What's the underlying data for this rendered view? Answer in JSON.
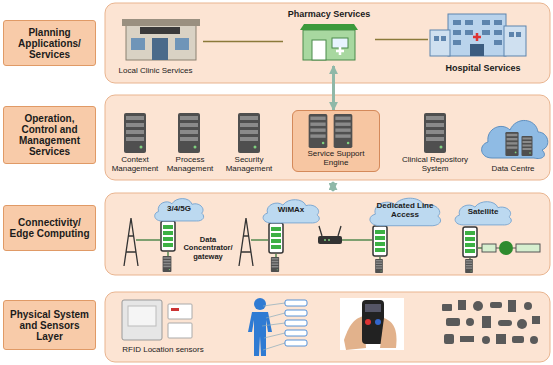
{
  "diagram": {
    "nodes": [
      {
        "text": [
          "Planning Applications/ Services"
        ]
      },
      {
        "text": [
          "Local Clinic Services"
        ]
      },
      {
        "text": [
          "Pharmacy Services"
        ]
      },
      {
        "text": [
          "Hospital Services"
        ]
      },
      {
        "text": [
          "Operation, Control and Management Services"
        ]
      },
      {
        "text": [
          "Context Management"
        ]
      },
      {
        "text": [
          "Process Management"
        ]
      },
      {
        "text": [
          "Security Management"
        ]
      },
      {
        "text": [
          "Service Support Engine"
        ]
      },
      {
        "text": [
          "Clinical Repository System"
        ]
      },
      {
        "text": [
          "Data Centre"
        ]
      },
      {
        "text": [
          "Connectivity/ Edge Computing"
        ]
      },
      {
        "text": [
          "3/4/5G"
        ]
      },
      {
        "text": [
          "WiMAx"
        ]
      },
      {
        "text": [
          "Dedicated Line Access"
        ]
      },
      {
        "text": [
          "Satellite"
        ]
      },
      {
        "text": [
          "Physical System and Sensors Layer"
        ]
      }
    ],
    "edges": [
      {
        "from": 1,
        "to": 2,
        "arrow": "none"
      },
      {
        "from": 2,
        "to": 3,
        "arrow": "none"
      },
      {
        "from": 2,
        "to": 8,
        "arrow": "both"
      }
    ],
    "labels": [
      "Data Concentrator/ gateway",
      "RFID Location sensors"
    ]
  }
}
